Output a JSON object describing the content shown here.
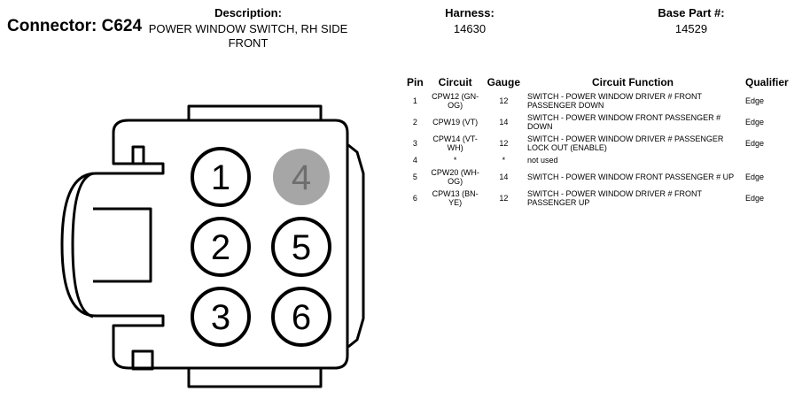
{
  "connector": {
    "label": "Connector: C624"
  },
  "description": {
    "header": "Description:",
    "value": "POWER WINDOW SWITCH, RH SIDE FRONT"
  },
  "harness": {
    "header": "Harness:",
    "value": "14630"
  },
  "base_part": {
    "header": "Base Part #:",
    "value": "14529"
  },
  "table": {
    "headers": {
      "pin": "Pin",
      "circuit": "Circuit",
      "gauge": "Gauge",
      "function": "Circuit Function",
      "qualifier": "Qualifier"
    },
    "rows": [
      {
        "pin": "1",
        "circuit": "CPW12 (GN-OG)",
        "gauge": "12",
        "function": "SWITCH - POWER WINDOW DRIVER # FRONT PASSENGER DOWN",
        "qualifier": "Edge"
      },
      {
        "pin": "2",
        "circuit": "CPW19 (VT)",
        "gauge": "14",
        "function": "SWITCH - POWER WINDOW FRONT PASSENGER # DOWN",
        "qualifier": "Edge"
      },
      {
        "pin": "3",
        "circuit": "CPW14 (VT-WH)",
        "gauge": "12",
        "function": "SWITCH - POWER WINDOW DRIVER # PASSENGER LOCK OUT (ENABLE)",
        "qualifier": "Edge"
      },
      {
        "pin": "4",
        "circuit": "*",
        "gauge": "*",
        "function": "not used",
        "qualifier": ""
      },
      {
        "pin": "5",
        "circuit": "CPW20 (WH-OG)",
        "gauge": "14",
        "function": "SWITCH - POWER WINDOW FRONT PASSENGER # UP",
        "qualifier": "Edge"
      },
      {
        "pin": "6",
        "circuit": "CPW13 (BN-YE)",
        "gauge": "12",
        "function": "SWITCH - POWER WINDOW DRIVER # FRONT PASSENGER UP",
        "qualifier": "Edge"
      }
    ]
  },
  "diagram": {
    "pins": [
      {
        "label": "1",
        "used": true
      },
      {
        "label": "4",
        "used": false
      },
      {
        "label": "2",
        "used": true
      },
      {
        "label": "5",
        "used": true
      },
      {
        "label": "3",
        "used": true
      },
      {
        "label": "6",
        "used": true
      }
    ],
    "colors": {
      "unused_pin_fill": "#a6a6a6",
      "unused_pin_text": "#6e6e6e",
      "outline": "#000000"
    }
  }
}
